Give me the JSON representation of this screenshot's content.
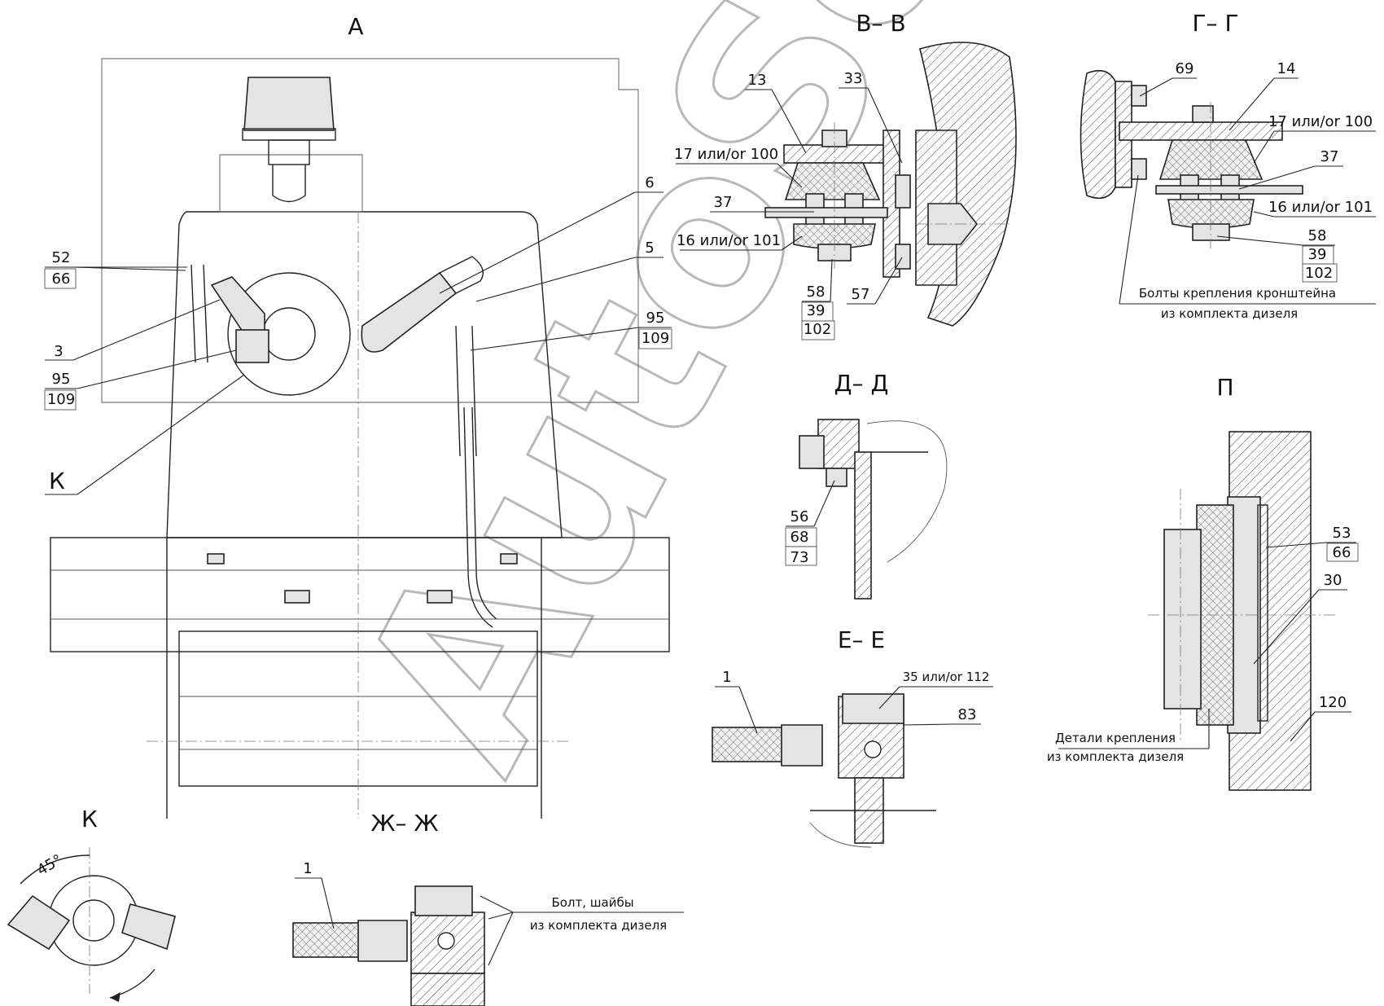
{
  "views": {
    "A": "А",
    "BB": "В– В",
    "GG": "Г– Г",
    "DD": "Д– Д",
    "P": "П",
    "EE": "Е– Е",
    "K": "К",
    "ZhZh": "Ж– Ж"
  },
  "labels_A": {
    "n52": "52",
    "n66": "66",
    "n3": "3",
    "n95": "95",
    "n109": "109",
    "nK": "К",
    "n6": "6",
    "n5": "5",
    "n95r": "95",
    "n109r": "109"
  },
  "labels_BB": {
    "n13": "13",
    "n33": "33",
    "n17": "17 или/or 100",
    "n37": "37",
    "n16": "16 или/or 101",
    "n58": "58",
    "n39": "39",
    "n102": "102",
    "n57": "57"
  },
  "labels_GG": {
    "n69": "69",
    "n14": "14",
    "n17": "17 или/or 100",
    "n37": "37",
    "n16": "16 или/or 101",
    "n58": "58",
    "n39": "39",
    "n102": "102",
    "note1": "Болты крепления кронштейна",
    "note2": "из комплекта дизеля"
  },
  "labels_DD": {
    "n56": "56",
    "n68": "68",
    "n73": "73"
  },
  "labels_P": {
    "n53": "53",
    "n66": "66",
    "n30": "30",
    "n120": "120",
    "note1": "Детали крепления",
    "note2": "из комплекта дизеля"
  },
  "labels_EE": {
    "n1": "1",
    "n35": "35 или/or 112",
    "n83": "83"
  },
  "labels_K": {
    "angle": "45°"
  },
  "labels_ZhZh": {
    "n1": "1",
    "note1": "Болт, шайбы",
    "note2": "из комплекта дизеля"
  },
  "watermark": "AutoSoft"
}
